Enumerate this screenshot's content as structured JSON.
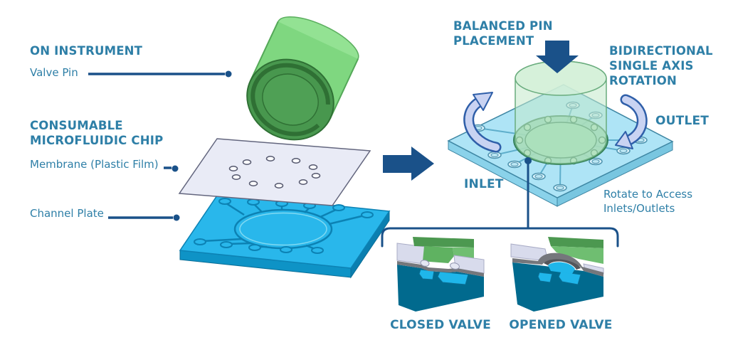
{
  "labels": {
    "on_instrument": "ON INSTRUMENT",
    "valve_pin": "Valve Pin",
    "consumable_chip": "CONSUMABLE\nMICROFLUIDIC CHIP",
    "membrane": "Membrane (Plastic Film)",
    "channel_plate": "Channel Plate",
    "balanced_pin": "BALANCED PIN\nPLACEMENT",
    "bidirectional": "BIDIRECTIONAL\nSINGLE AXIS\nROTATION",
    "outlet": "OUTLET",
    "inlet": "INLET",
    "rotate_access": "Rotate to Access\nInlets/Outlets",
    "closed_valve": "CLOSED VALVE",
    "opened_valve": "OPENED VALVE"
  },
  "colors": {
    "text_teal": "#2E7FA7",
    "navy": "#1A5189",
    "chip_cyan": "#29B7EB",
    "plate_blue": "#AEE4F6",
    "pin_green": "#7FD780",
    "pin_green_dark": "#48974E",
    "lavender": "#E9EBF6",
    "section_teal": "#016A8E",
    "section_cyan": "#1FB6EA",
    "section_gray": "#75777C",
    "rotation_arrow_fill": "#C9D3F2",
    "rotation_arrow_outline": "#2F5FA9"
  },
  "icons": {
    "transform_arrow": "right-arrow",
    "pin_press_arrow": "down-arrow",
    "rotation_left": "curved-arrow-up",
    "rotation_right": "curved-arrow-down",
    "leader_end": "dot"
  }
}
